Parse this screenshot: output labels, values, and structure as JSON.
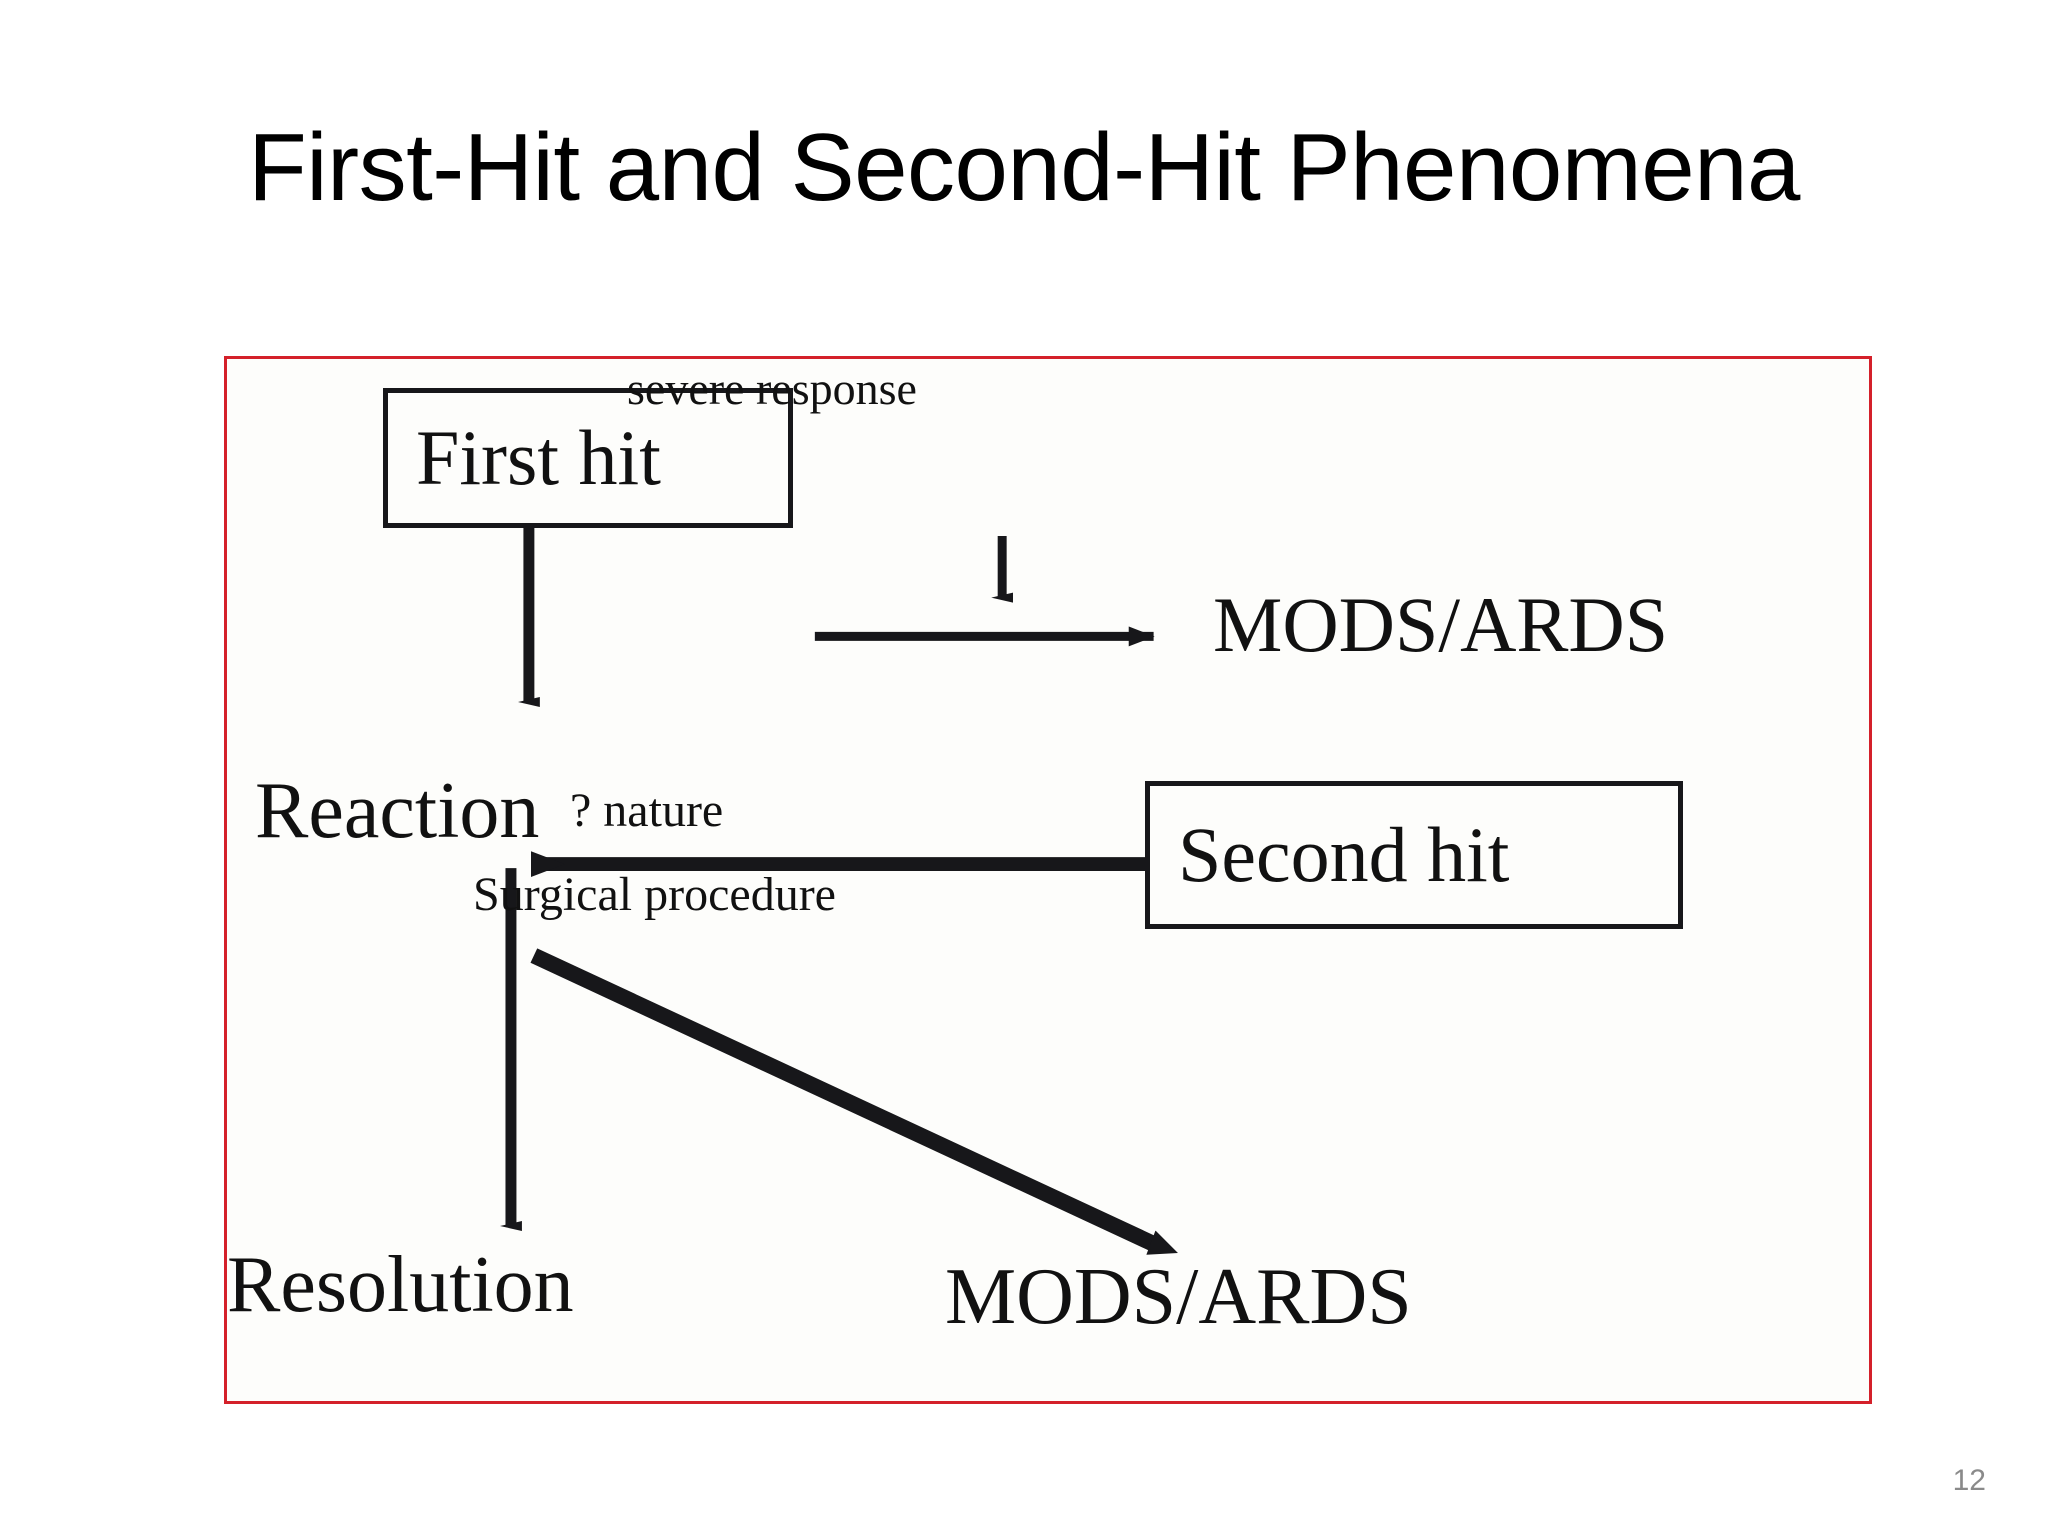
{
  "slide": {
    "title": "First-Hit and Second-Hit Phenomena",
    "page_number": "12"
  },
  "figure": {
    "frame_color": "#d4202a",
    "background_color": "#fdfdfb",
    "stroke_color": "#17171a",
    "nodes": {
      "first_hit": "First hit",
      "second_hit": "Second hit",
      "reaction": "Reaction",
      "resolution": "Resolution",
      "mods_ards_top": "MODS/ARDS",
      "mods_ards_bottom": "MODS/ARDS"
    },
    "edge_labels": {
      "severe_response": "severe response",
      "question_nature": "? nature",
      "surgical_procedure": "Surgical procedure"
    }
  }
}
